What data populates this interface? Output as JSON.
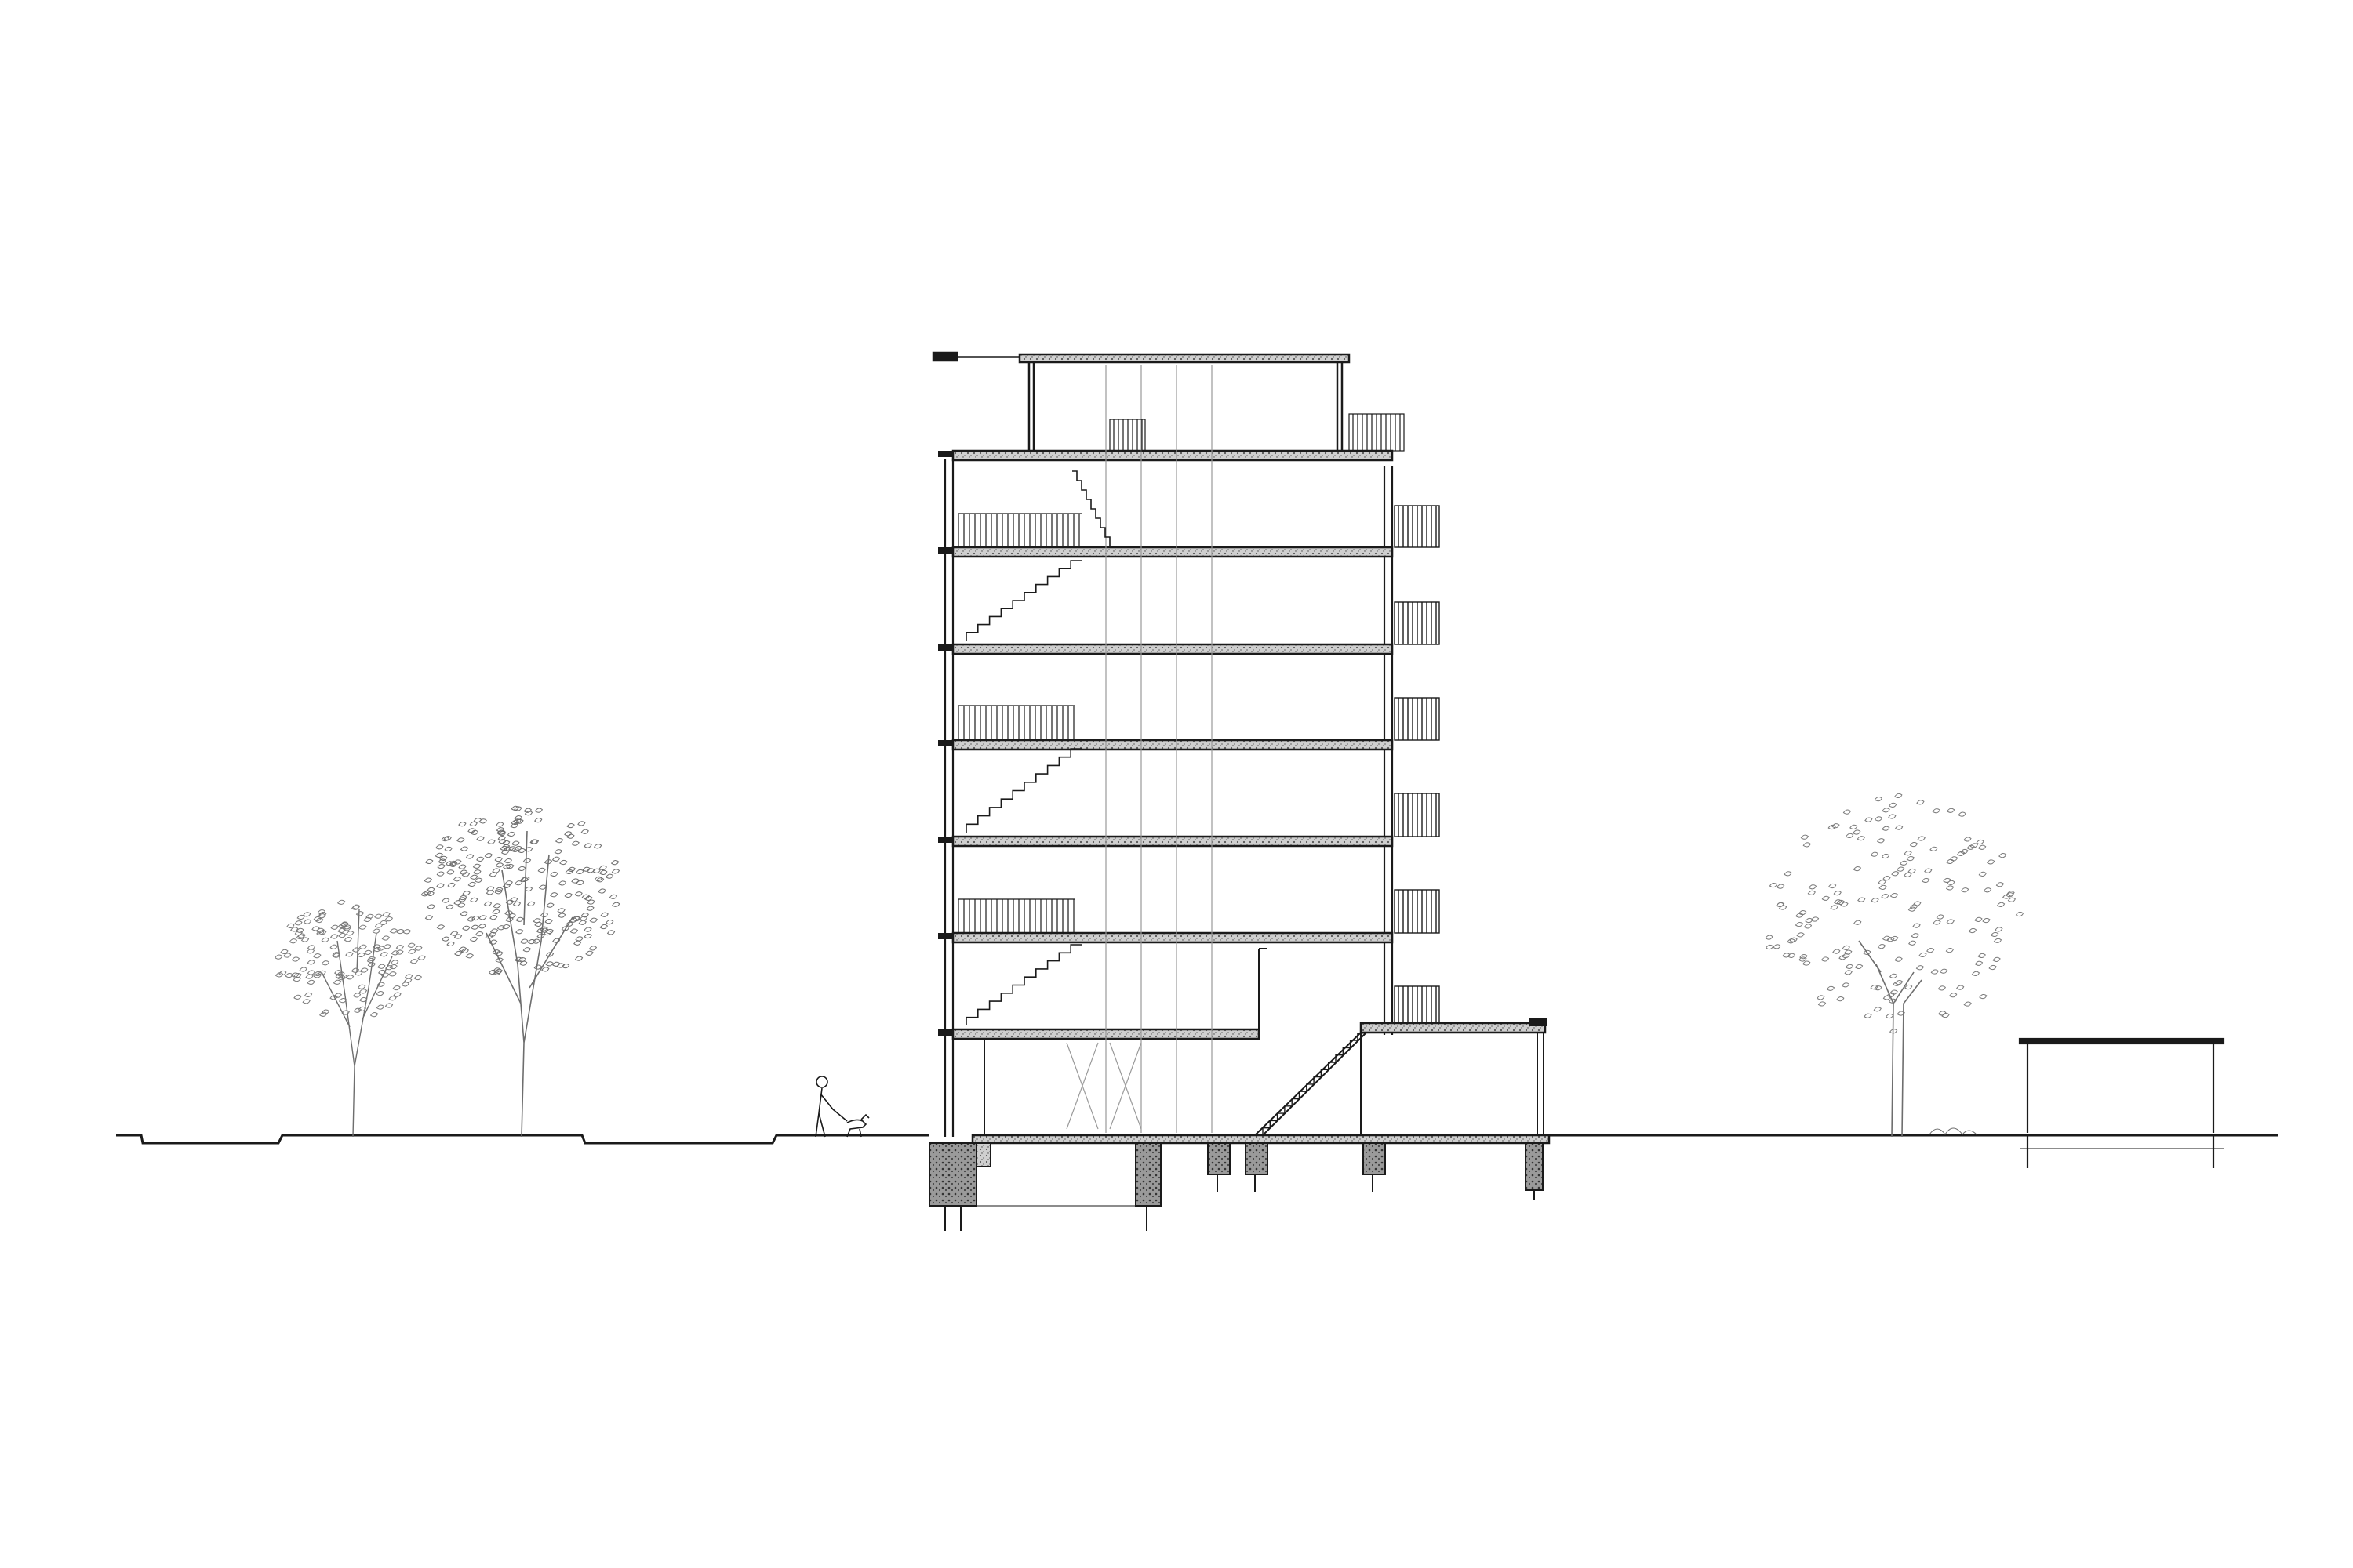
{
  "drawing": {
    "type": "architectural-building-section",
    "background_color": "#ffffff",
    "line_color": "#1a1a1a",
    "foliage_color": "#6e6e6e",
    "slab_fill_color": "#bdbdbd",
    "footing_fill_color": "#8a8a8a",
    "floors_above_ground": 6,
    "has_rooftop_pavilion": true,
    "has_ground_level_stair": true,
    "elements": [
      "ground-line",
      "building-section",
      "rooftop-pavilion",
      "stair-flights",
      "balconies",
      "foundation-footings",
      "trees",
      "person-with-dog",
      "garden-shelter"
    ]
  }
}
